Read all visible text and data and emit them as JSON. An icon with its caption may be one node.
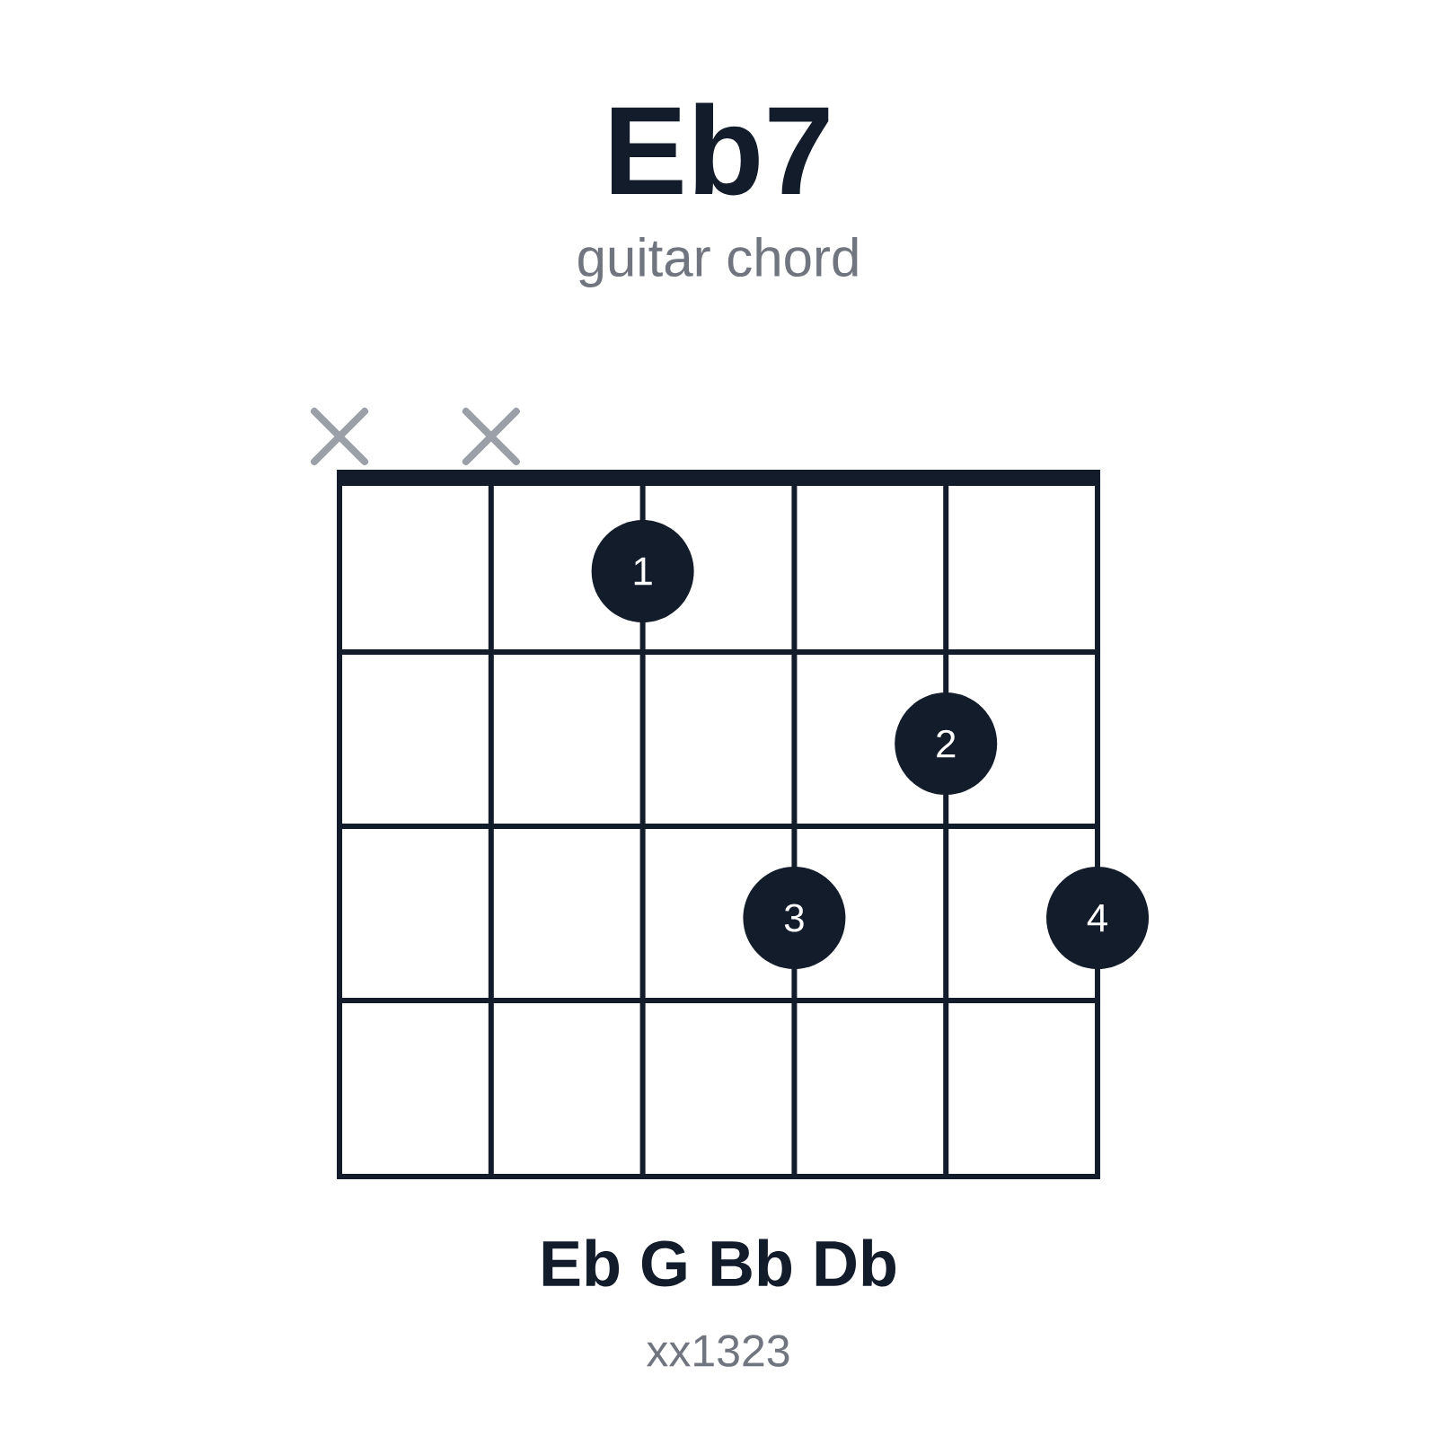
{
  "diagram": {
    "title": "Eb7",
    "nodes": [
      {
        "text": [
          "1"
        ]
      },
      {
        "text": [
          "2"
        ]
      },
      {
        "text": [
          "3"
        ]
      },
      {
        "text": [
          "4"
        ]
      }
    ],
    "labels": [
      "guitar chord",
      "Eb G Bb Db",
      "xx1323"
    ]
  }
}
